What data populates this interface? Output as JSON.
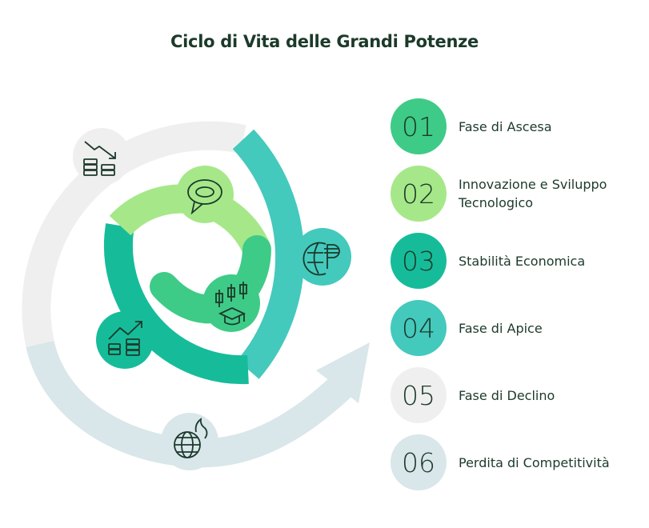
{
  "title": "Ciclo di Vita delle Grandi Potenze",
  "colors": {
    "phase1": "#3ecb87",
    "phase2": "#a6e889",
    "phase3": "#16bc9a",
    "phase4": "#44c9bd",
    "phase5": "#efefef",
    "phase6": "#d9e6ea",
    "text": "#1c3a2a"
  },
  "phases": [
    {
      "number": "01",
      "label": "Fase di Ascesa",
      "icon": "candlestick-graduation-cap-icon"
    },
    {
      "number": "02",
      "label": "Innovazione e Sviluppo Tecnologico",
      "icon": "speech-bubble-icon"
    },
    {
      "number": "03",
      "label": "Stabilità Economica",
      "icon": "growth-chart-coins-icon"
    },
    {
      "number": "04",
      "label": "Fase di Apice",
      "icon": "globe-peso-icon"
    },
    {
      "number": "05",
      "label": "Fase di Declino",
      "icon": "decline-chart-coins-icon"
    },
    {
      "number": "06",
      "label": "Perdita di Competitività",
      "icon": "burning-globe-icon"
    }
  ]
}
